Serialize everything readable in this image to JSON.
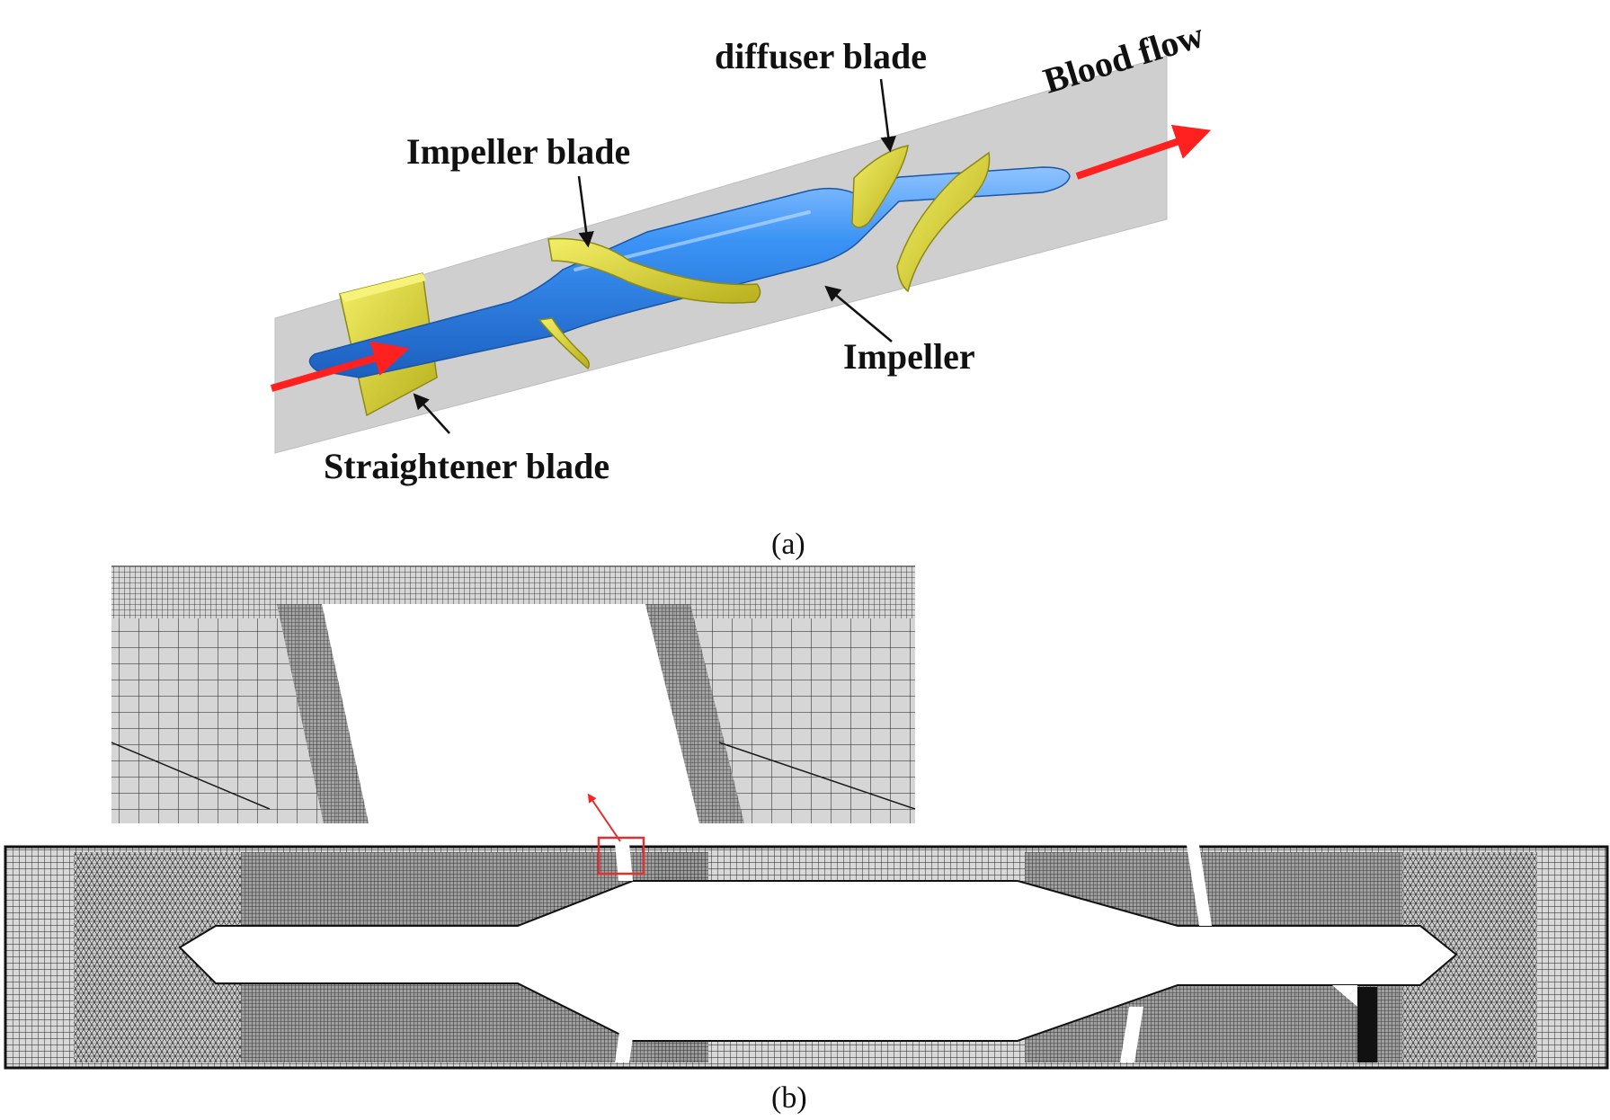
{
  "panel_a": {
    "labels": {
      "blood_flow": "Blood flow",
      "diffuser_blade": "diffuser blade",
      "impeller_blade": "Impeller blade",
      "impeller": "Impeller",
      "straightener_blade": "Straightener blade"
    },
    "caption": "(a)"
  },
  "panel_b": {
    "caption": "(b)"
  },
  "colors": {
    "background_plane": "#cfcfcf",
    "hub": "#2f86f0",
    "blade": "#e6e02e",
    "flow_arrow": "#ff2020",
    "mesh_line": "#1a1a1a",
    "mesh_bg": "#d8d8d8",
    "detail_box": "#e03030"
  }
}
